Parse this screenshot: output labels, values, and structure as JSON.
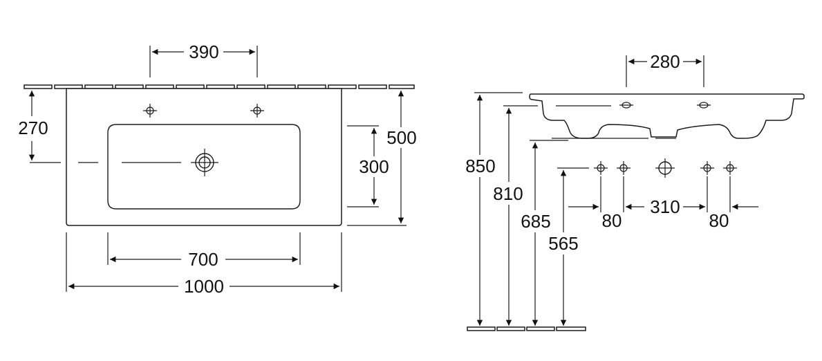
{
  "front_view": {
    "tap_hole_spacing": "390",
    "basin_depth_from_back": "270",
    "bowl_depth": "300",
    "overall_depth": "500",
    "bowl_width": "700",
    "overall_width": "1000"
  },
  "side_view": {
    "tap_hole_spacing": "280",
    "height_top": "850",
    "height_rim": "810",
    "height_underside": "685",
    "height_connections": "565",
    "offset_left": "80",
    "connection_spacing": "310",
    "offset_right": "80"
  },
  "colors": {
    "line": "#1a1a1a",
    "background": "#ffffff"
  }
}
